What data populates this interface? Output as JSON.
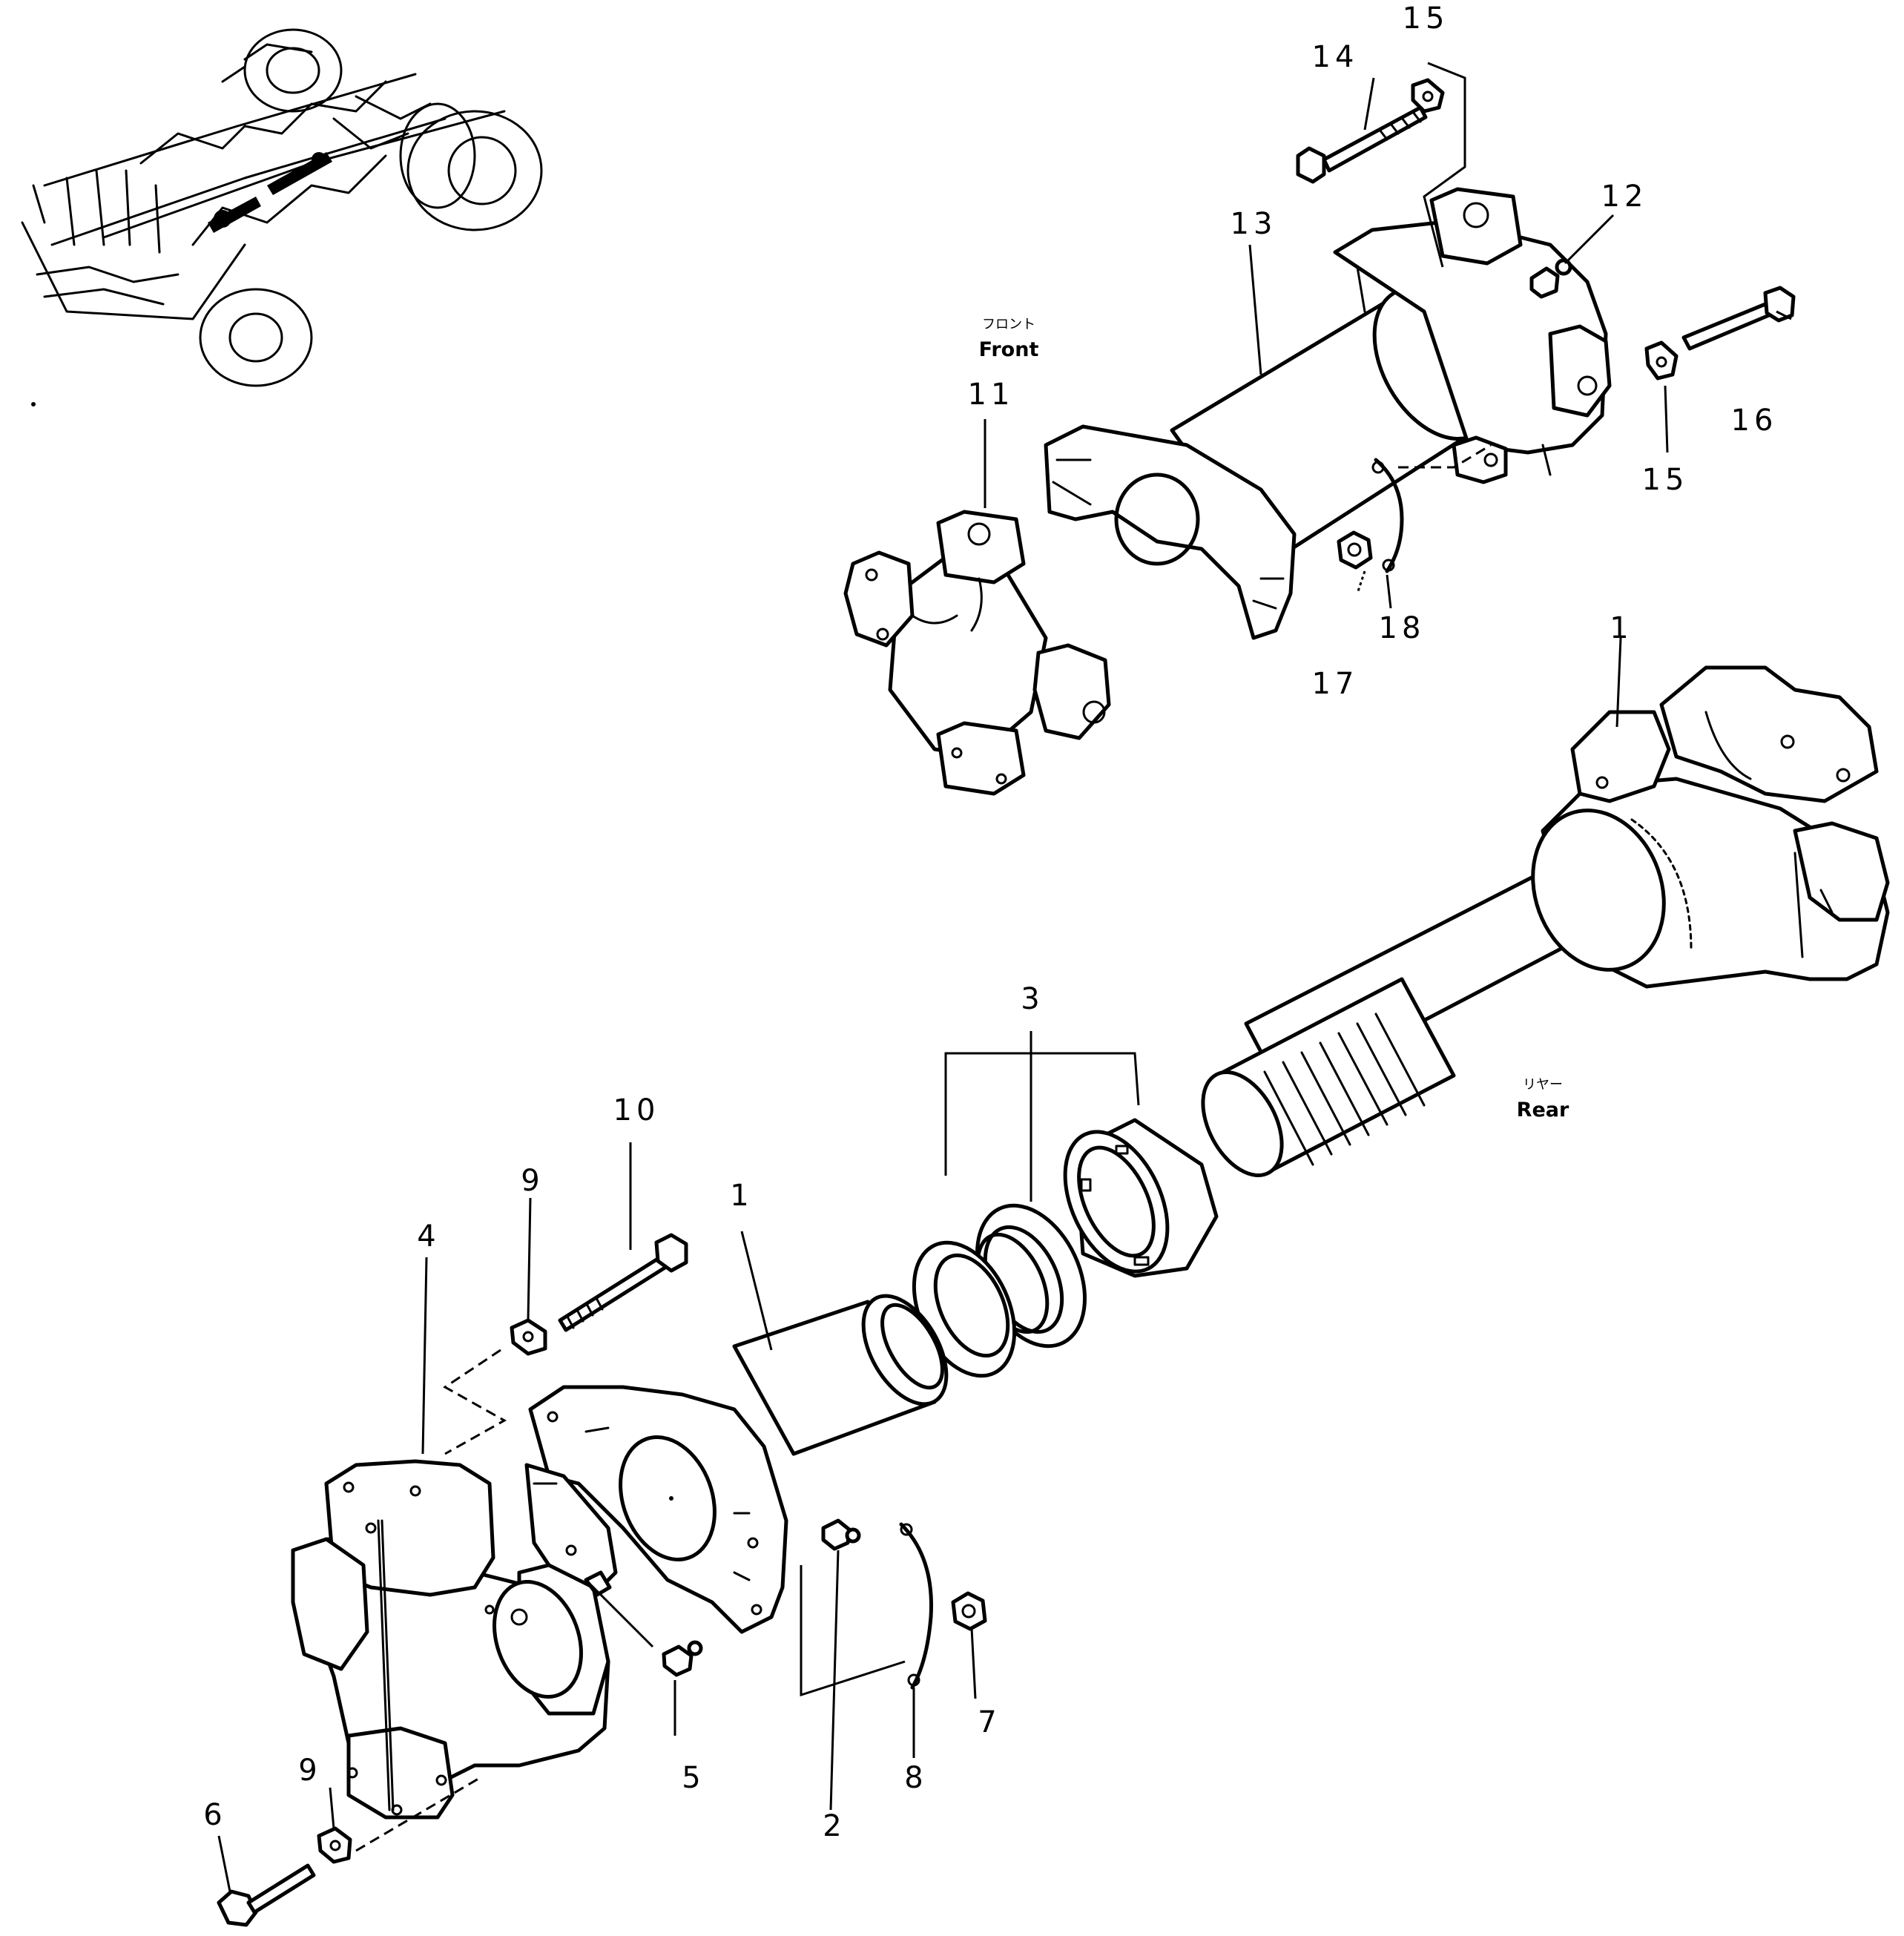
{
  "diagram": {
    "callouts": {
      "c1_top": "1",
      "c1_mid": "1",
      "c2": "2",
      "c3": "3",
      "c4": "4",
      "c5": "5",
      "c6": "6",
      "c7": "7",
      "c8": "8",
      "c9_upper": "9",
      "c9_lower": "9",
      "c10": "10",
      "c11": "11",
      "c12": "12",
      "c13": "13",
      "c14": "14",
      "c15_top": "15",
      "c15_right": "15",
      "c16": "16",
      "c17": "17",
      "c18": "18"
    },
    "direction_labels": {
      "front_jp": "フロント",
      "front_en": "Front",
      "rear_jp": "リヤー",
      "rear_en": "Rear"
    }
  }
}
